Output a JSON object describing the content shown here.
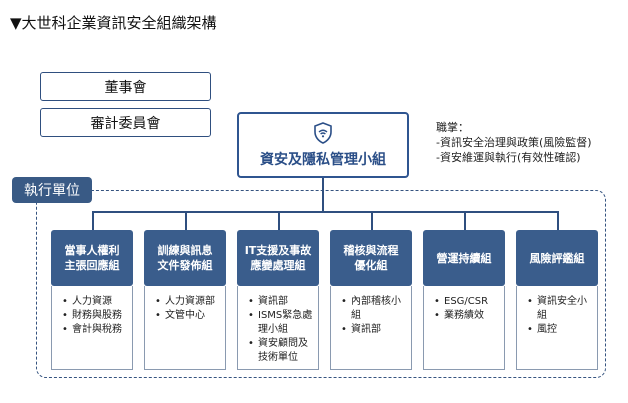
{
  "page_title": "▼大世科企業資訊安全組織架構",
  "board": "董事會",
  "audit": "審計委員會",
  "main": {
    "label": "資安及隱私管理小組"
  },
  "duties": {
    "heading": "職掌：",
    "items": [
      "-資訊安全治理與政策(風險監督)",
      "-資安維運與執行(有效性確認)"
    ]
  },
  "exec_label": "執行單位",
  "groups": [
    {
      "name": "當事人權利\n主張回應組",
      "items": [
        "人力資源",
        "財務與股務",
        "會計與稅務"
      ]
    },
    {
      "name": "訓練與訊息\n文件發佈組",
      "items": [
        "人力資源部",
        "文管中心"
      ]
    },
    {
      "name": "IT支援及事故\n應變處理組",
      "items": [
        "資訊部",
        "ISMS緊急處理小組",
        "資安顧問及技術單位"
      ]
    },
    {
      "name": "稽核與流程\n優化組",
      "items": [
        "內部稽核小組",
        "資訊部"
      ]
    },
    {
      "name": "營運持續組",
      "items": [
        "ESG/CSR",
        "業務績效"
      ]
    },
    {
      "name": "風險評鑑組",
      "items": [
        "資訊安全小組",
        "風控"
      ]
    }
  ],
  "colors": {
    "primary": "#3a5d8c",
    "line": "#2f4f7f"
  }
}
